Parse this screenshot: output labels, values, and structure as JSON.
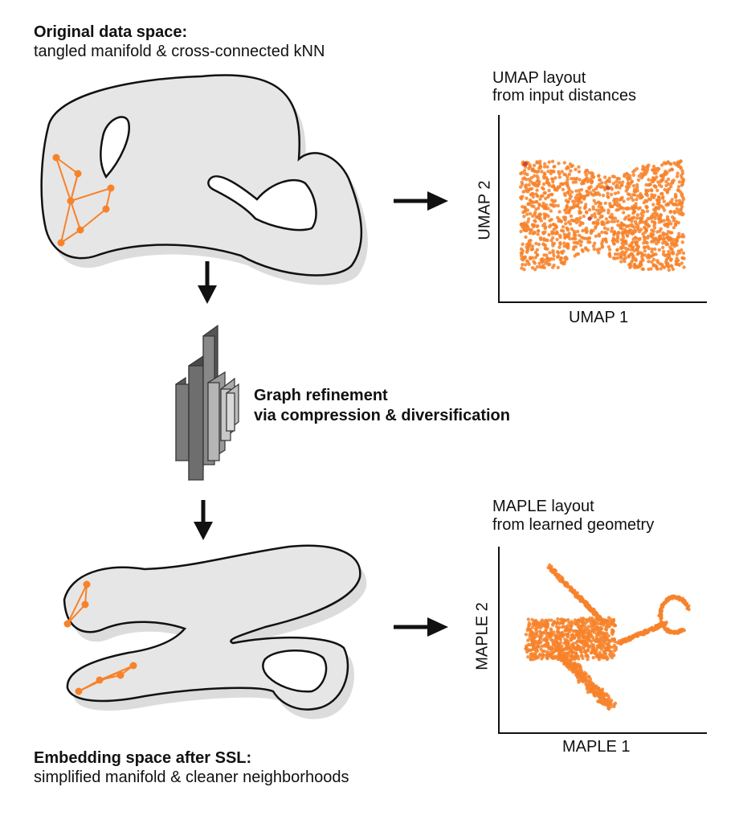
{
  "original": {
    "title": "Original data space:",
    "subtitle": "tangled manifold & cross-connected kNN"
  },
  "umap": {
    "title_line1": "UMAP layout",
    "title_line2": "from input distances",
    "xlabel": "UMAP 1",
    "ylabel": "UMAP 2"
  },
  "refinement": {
    "line1": "Graph refinement",
    "line2": "via compression & diversification"
  },
  "maple": {
    "title_line1": "MAPLE layout",
    "title_line2": "from learned geometry",
    "xlabel": "MAPLE 1",
    "ylabel": "MAPLE 2"
  },
  "embedding": {
    "title": "Embedding space after SSL:",
    "subtitle": "simplified manifold & cleaner neighborhoods"
  },
  "colors": {
    "accent": "#f7822a",
    "manifold_fill": "#e6e6e6",
    "manifold_shadow": "#dcdcdc",
    "outlier": "#c0392b"
  }
}
